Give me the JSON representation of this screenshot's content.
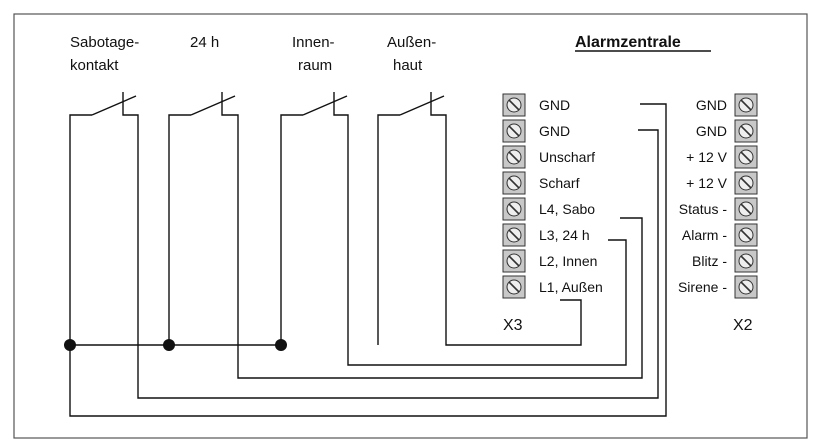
{
  "title": "Alarmzentrale",
  "switches": [
    {
      "line1": "Sabotage-",
      "line2": "kontakt"
    },
    {
      "line1": "24 h",
      "line2": ""
    },
    {
      "line1": "Innen-",
      "line2": "raum"
    },
    {
      "line1": "Außen-",
      "line2": "haut"
    }
  ],
  "x3": {
    "label": "X3",
    "terminals": [
      "GND",
      "GND",
      "Unscharf",
      "Scharf",
      "L4, Sabo",
      "L3, 24 h",
      "L2, Innen",
      "L1, Außen"
    ]
  },
  "x2": {
    "label": "X2",
    "terminals": [
      "GND",
      "GND",
      "+ 12 V",
      "+ 12 V",
      "Status -",
      "Alarm -",
      "Blitz -",
      "Sirene -"
    ]
  },
  "colors": {
    "line": "#111111",
    "terminal_fill": "#c8c8c8",
    "frame": "#555555"
  }
}
